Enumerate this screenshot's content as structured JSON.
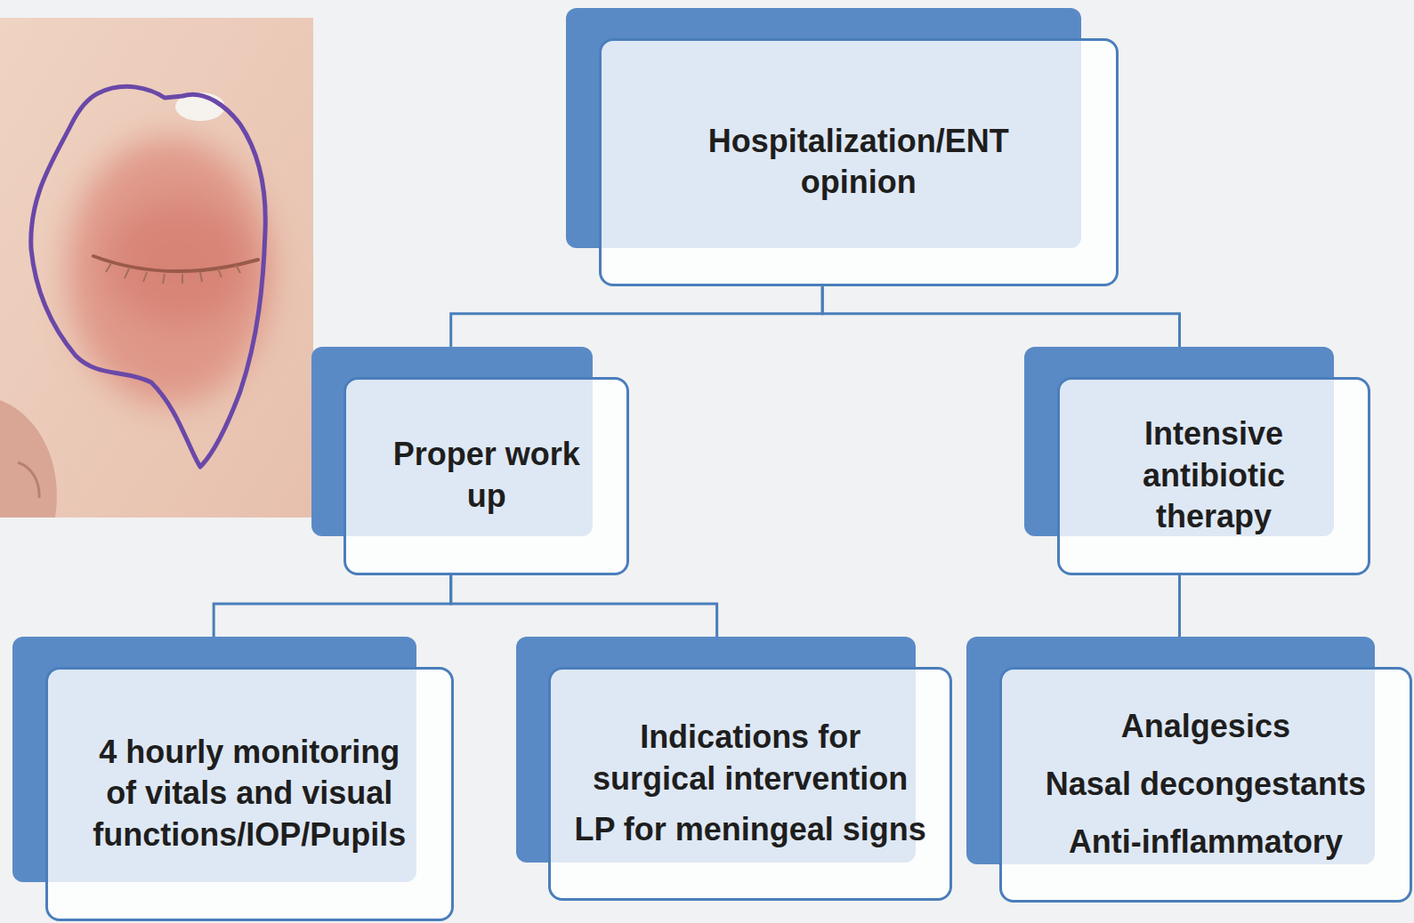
{
  "diagram": {
    "nodes": [
      {
        "text": [
          "Hospitalization/ENT opinion"
        ]
      },
      {
        "text": [
          "Proper work up"
        ]
      },
      {
        "text": [
          "Intensive antibiotic therapy"
        ]
      },
      {
        "text": [
          "4 hourly monitoring of vitals and visual functions/IOP/Pupils"
        ]
      },
      {
        "text": [
          "Indications for surgical intervention",
          "LP for meningeal signs"
        ]
      },
      {
        "text": [
          "Analgesics",
          "Nasal decongestants",
          "Anti-inflammatory"
        ]
      }
    ],
    "edges": [
      {
        "from": 0,
        "to": 1,
        "arrow": "none"
      },
      {
        "from": 0,
        "to": 2,
        "arrow": "none"
      },
      {
        "from": 1,
        "to": 3,
        "arrow": "none"
      },
      {
        "from": 1,
        "to": 4,
        "arrow": "none"
      },
      {
        "from": 2,
        "to": 5,
        "arrow": "none"
      }
    ]
  }
}
